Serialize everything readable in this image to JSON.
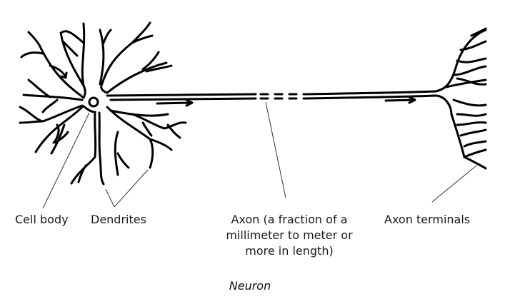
{
  "diagram": {
    "title": "Neuron",
    "labels": {
      "cell_body": "Cell body",
      "dendrites": "Dendrites",
      "axon_line1": "Axon (a fraction of a",
      "axon_line2": "millimeter to meter or",
      "axon_line3": "more in length)",
      "axon_terminals": "Axon terminals"
    },
    "colors": {
      "ink": "#000000",
      "leader": "#333333",
      "text": "#1a1a1a"
    },
    "arrows": [
      "into-cell-body",
      "along-axon-1",
      "along-axon-2"
    ]
  }
}
